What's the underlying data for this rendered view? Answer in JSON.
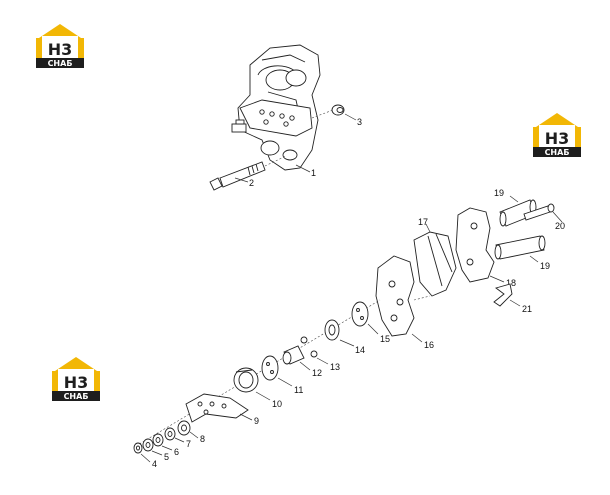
{
  "logo": {
    "badge": "H3",
    "sub": "СНАБ",
    "colors": {
      "yellow": "#f2b705",
      "dark": "#1e1e1e",
      "white": "#ffffff"
    }
  },
  "callouts": {
    "c1": "1",
    "c2": "2",
    "c3": "3",
    "c4": "4",
    "c5": "5",
    "c6": "6",
    "c7": "7",
    "c8": "8",
    "c9": "9",
    "c10": "10",
    "c11": "11",
    "c12": "12",
    "c13": "13",
    "c14": "14",
    "c15": "15",
    "c16": "16",
    "c17": "17",
    "c18": "18",
    "c19a": "19",
    "c19b": "19",
    "c20": "20",
    "c21": "21"
  }
}
